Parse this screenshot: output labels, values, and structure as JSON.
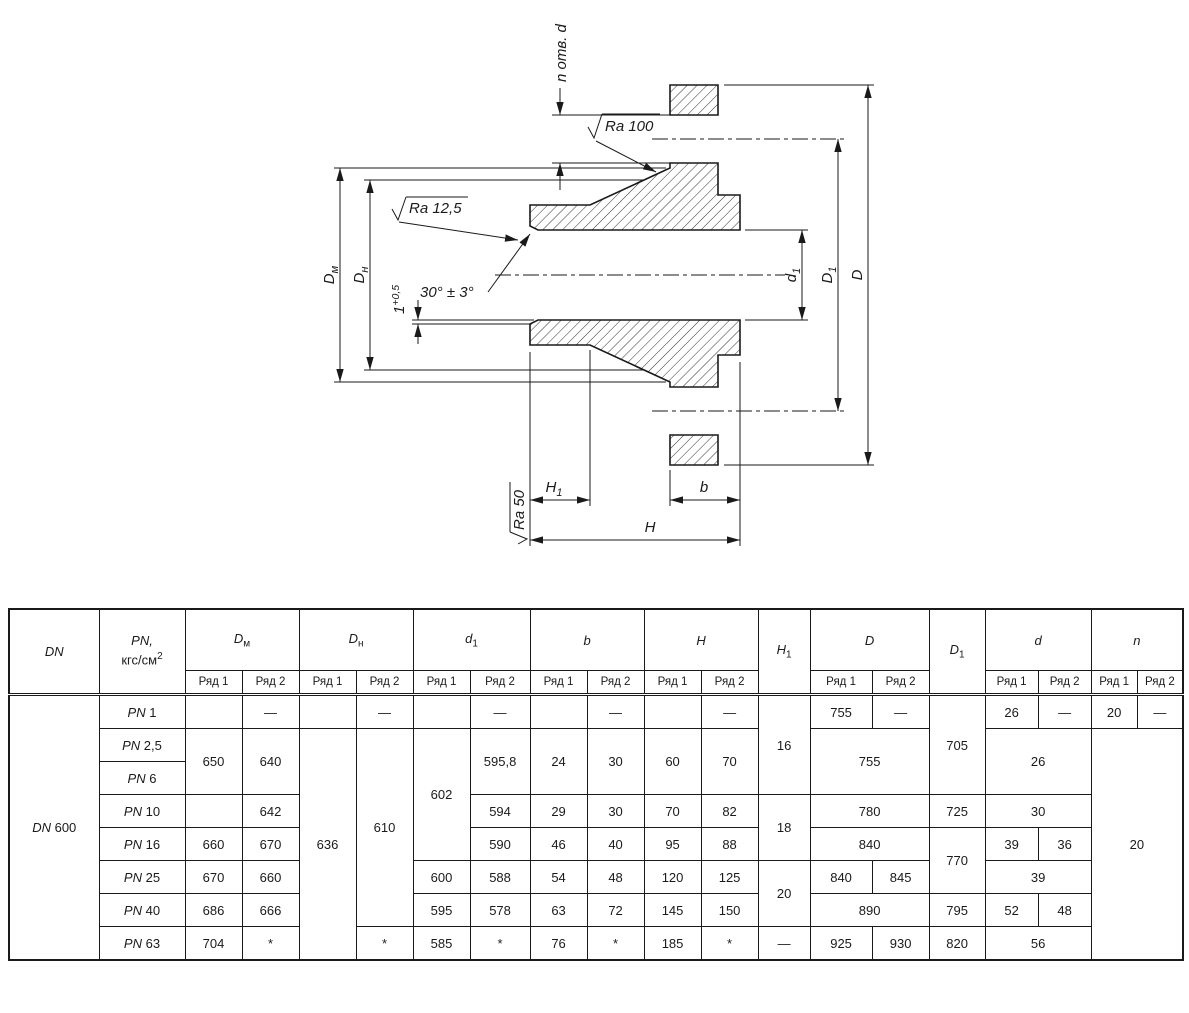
{
  "colors": {
    "ink": "#1a1a1a",
    "background": "#ffffff"
  },
  "drawing": {
    "n_holes": "n отв. d",
    "ra100": "Ra 100",
    "ra125": "Ra 12,5",
    "ra50": "Ra 50",
    "angle": "30° ± 3°",
    "chamfer_val": "1",
    "chamfer_tol": "+0,5",
    "dm_base": "D",
    "dm_sub": "м",
    "dn_base": "D",
    "dn_sub": "н",
    "d1_base": "d",
    "d1_sub": "1",
    "D1_base": "D",
    "D1_sub": "1",
    "D_label": "D",
    "H1_base": "H",
    "H1_sub": "1",
    "H_label": "H",
    "b_label": "b"
  },
  "table": {
    "dn": {
      "sym": "DN",
      "num": "600"
    },
    "header": {
      "dn": "DN",
      "pn_line1": "PN,",
      "pn_line2": "кгс/см",
      "pn_sup": "2",
      "dm_base": "D",
      "dm_sub": "м",
      "dnh_base": "D",
      "dnh_sub": "н",
      "d1_base": "d",
      "d1_sub": "1",
      "b": "b",
      "h": "H",
      "h1_base": "H",
      "h1_sub": "1",
      "D": "D",
      "D1_base": "D",
      "D1_sub": "1",
      "d": "d",
      "n": "n",
      "row1": "Ряд 1",
      "row2": "Ряд 2"
    },
    "rows": {
      "r1": {
        "pn_sym": "PN",
        "pn_num": "1",
        "dm1": "",
        "dm2": "—",
        "dn1": "",
        "dn2": "—",
        "da1": "",
        "da2": "—",
        "b1": "",
        "b2": "—",
        "h1": "",
        "h2": "—",
        "H1": "16",
        "D1": "755",
        "D2": "—",
        "DD": "705",
        "d1": "26",
        "d2": "—",
        "n1": "20",
        "n2": "—"
      },
      "r2": {
        "pn_sym": "PN",
        "pn_num": "2,5",
        "dm1": "650",
        "dm2": "640",
        "dn1": "636",
        "dn2": "610",
        "da1": "602",
        "da2": "595,8",
        "b1": "24",
        "b2": "30",
        "h1": "60",
        "h2": "70",
        "D": "755",
        "d": "26",
        "n": "20"
      },
      "r3": {
        "pn_sym": "PN",
        "pn_num": "6"
      },
      "r4": {
        "pn_sym": "PN",
        "pn_num": "10",
        "dm1": "",
        "dm2": "642",
        "da2": "594",
        "b1": "29",
        "b2": "30",
        "h1": "70",
        "h2": "82",
        "H1": "18",
        "D": "780",
        "DD": "725",
        "d": "30"
      },
      "r5": {
        "pn_sym": "PN",
        "pn_num": "16",
        "dm1": "660",
        "dm2": "670",
        "da2": "590",
        "b1": "46",
        "b2": "40",
        "h1": "95",
        "h2": "88",
        "D": "840",
        "DD": "770",
        "d1": "39",
        "d2": "36"
      },
      "r6": {
        "pn_sym": "PN",
        "pn_num": "25",
        "dm1": "670",
        "dm2": "660",
        "da1": "600",
        "da2": "588",
        "b1": "54",
        "b2": "48",
        "h1": "120",
        "h2": "125",
        "H1": "20",
        "D1": "840",
        "D2": "845",
        "d": "39"
      },
      "r7": {
        "pn_sym": "PN",
        "pn_num": "40",
        "dm1": "686",
        "dm2": "666",
        "da1": "595",
        "da2": "578",
        "b1": "63",
        "b2": "72",
        "h1": "145",
        "h2": "150",
        "D": "890",
        "DD": "795",
        "d1": "52",
        "d2": "48"
      },
      "r8": {
        "pn_sym": "PN",
        "pn_num": "63",
        "dm1": "704",
        "dm2": "*",
        "dn2": "*",
        "da1": "585",
        "da2": "*",
        "b1": "76",
        "b2": "*",
        "h1": "185",
        "h2": "*",
        "H1": "—",
        "D1": "925",
        "D2": "930",
        "DD": "820",
        "d": "56"
      }
    }
  }
}
